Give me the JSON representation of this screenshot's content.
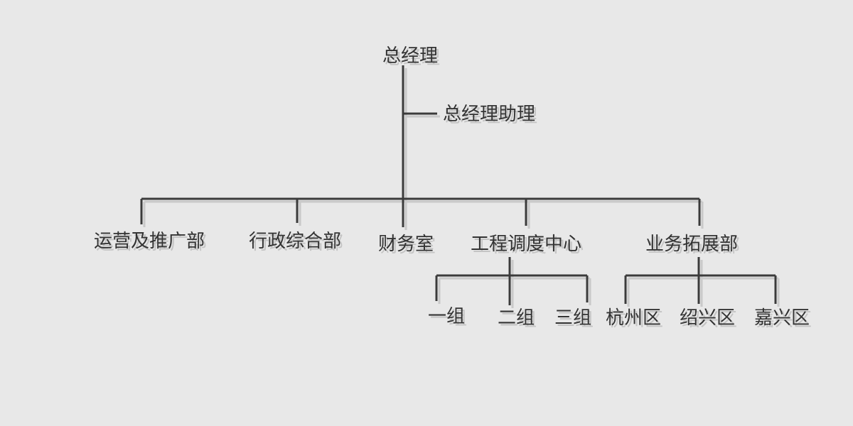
{
  "org_chart": {
    "root": "总经理",
    "assistant": "总经理助理",
    "departments": [
      {
        "name": "运营及推广部",
        "children": []
      },
      {
        "name": "行政综合部",
        "children": []
      },
      {
        "name": "财务室",
        "children": []
      },
      {
        "name": "工程调度中心",
        "children": [
          "一组",
          "二组",
          "三组"
        ]
      },
      {
        "name": "业务拓展部",
        "children": [
          "杭州区",
          "绍兴区",
          "嘉兴区"
        ]
      }
    ]
  }
}
